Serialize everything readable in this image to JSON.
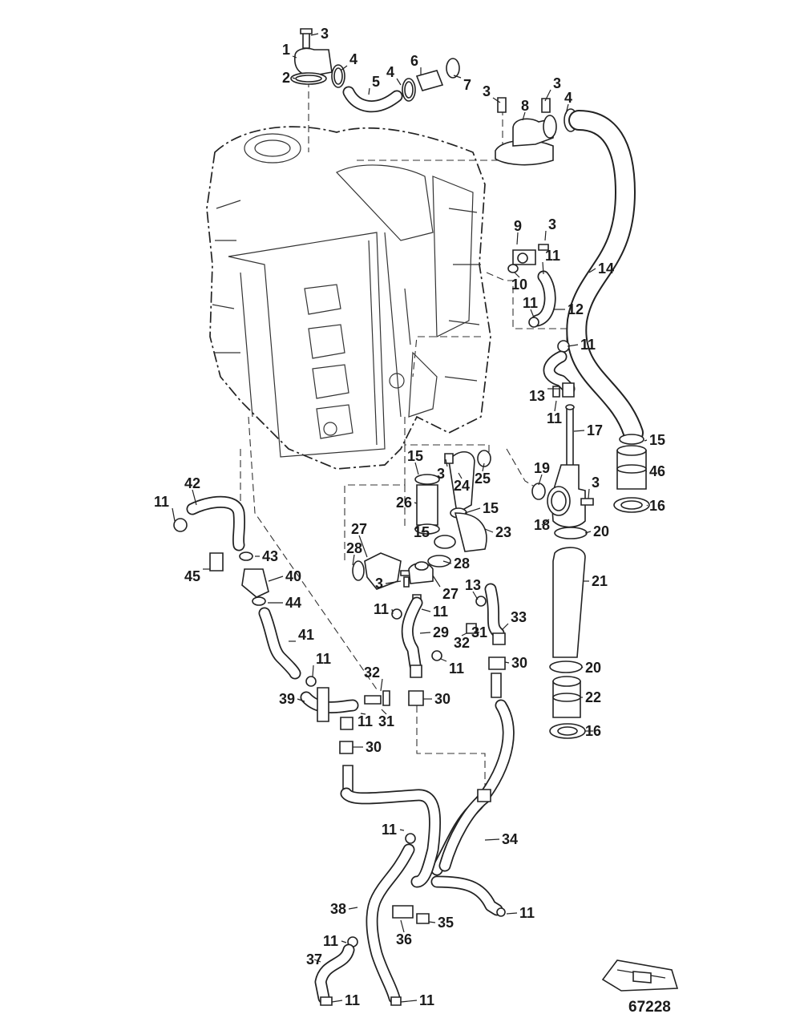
{
  "figure_number": "67228",
  "colors": {
    "line": "#222222",
    "background": "#ffffff"
  },
  "callouts": [
    {
      "n": "3"
    },
    {
      "n": "1"
    },
    {
      "n": "4"
    },
    {
      "n": "6"
    },
    {
      "n": "2"
    },
    {
      "n": "4"
    },
    {
      "n": "5"
    },
    {
      "n": "7"
    },
    {
      "n": "3"
    },
    {
      "n": "3"
    },
    {
      "n": "8"
    },
    {
      "n": "4"
    },
    {
      "n": "9"
    },
    {
      "n": "3"
    },
    {
      "n": "11"
    },
    {
      "n": "10"
    },
    {
      "n": "14"
    },
    {
      "n": "11"
    },
    {
      "n": "12"
    },
    {
      "n": "11"
    },
    {
      "n": "13"
    },
    {
      "n": "11"
    },
    {
      "n": "17"
    },
    {
      "n": "15"
    },
    {
      "n": "15"
    },
    {
      "n": "3"
    },
    {
      "n": "25"
    },
    {
      "n": "24"
    },
    {
      "n": "46"
    },
    {
      "n": "19"
    },
    {
      "n": "3"
    },
    {
      "n": "26"
    },
    {
      "n": "15"
    },
    {
      "n": "15"
    },
    {
      "n": "16"
    },
    {
      "n": "42"
    },
    {
      "n": "11"
    },
    {
      "n": "18"
    },
    {
      "n": "20"
    },
    {
      "n": "23"
    },
    {
      "n": "27"
    },
    {
      "n": "28"
    },
    {
      "n": "28"
    },
    {
      "n": "43"
    },
    {
      "n": "45"
    },
    {
      "n": "40"
    },
    {
      "n": "3"
    },
    {
      "n": "27"
    },
    {
      "n": "21"
    },
    {
      "n": "13"
    },
    {
      "n": "44"
    },
    {
      "n": "11"
    },
    {
      "n": "11"
    },
    {
      "n": "33"
    },
    {
      "n": "29"
    },
    {
      "n": "31"
    },
    {
      "n": "32"
    },
    {
      "n": "41"
    },
    {
      "n": "11"
    },
    {
      "n": "30"
    },
    {
      "n": "20"
    },
    {
      "n": "11"
    },
    {
      "n": "32"
    },
    {
      "n": "39"
    },
    {
      "n": "30"
    },
    {
      "n": "22"
    },
    {
      "n": "11"
    },
    {
      "n": "31"
    },
    {
      "n": "16"
    },
    {
      "n": "30"
    },
    {
      "n": "11"
    },
    {
      "n": "34"
    },
    {
      "n": "38"
    },
    {
      "n": "11"
    },
    {
      "n": "35"
    },
    {
      "n": "36"
    },
    {
      "n": "11"
    },
    {
      "n": "37"
    },
    {
      "n": "11"
    },
    {
      "n": "11"
    }
  ]
}
